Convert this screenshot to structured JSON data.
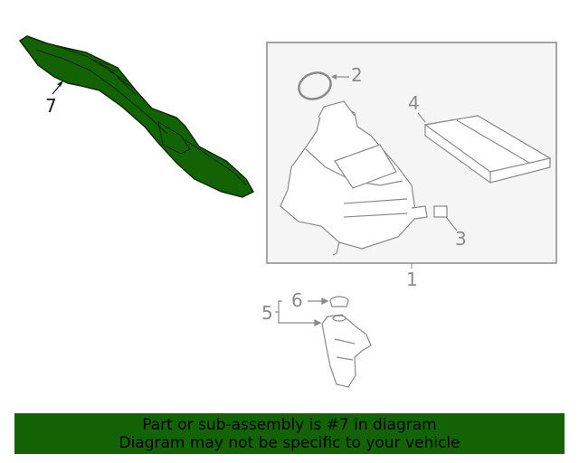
{
  "diagram": {
    "highlight_color": "#136305",
    "line_color": "#8a8a8a",
    "box_fill": "#f5f5f5",
    "callouts": [
      {
        "id": "7",
        "label": "7",
        "part": "air-intake-duct",
        "highlighted": true
      },
      {
        "id": "2",
        "label": "2",
        "part": "seal-ring"
      },
      {
        "id": "4",
        "label": "4",
        "part": "air-filter-element"
      },
      {
        "id": "3",
        "label": "3",
        "part": "cap"
      },
      {
        "id": "1",
        "label": "1",
        "part": "air-cleaner-assembly"
      },
      {
        "id": "6",
        "label": "6",
        "part": "grommet"
      },
      {
        "id": "5",
        "label": "5",
        "part": "bracket"
      }
    ]
  },
  "banner": {
    "line1": "Part or sub-assembly is #7 in diagram",
    "line2": "Diagram may not be specific to your vehicle",
    "background": "#136305"
  }
}
